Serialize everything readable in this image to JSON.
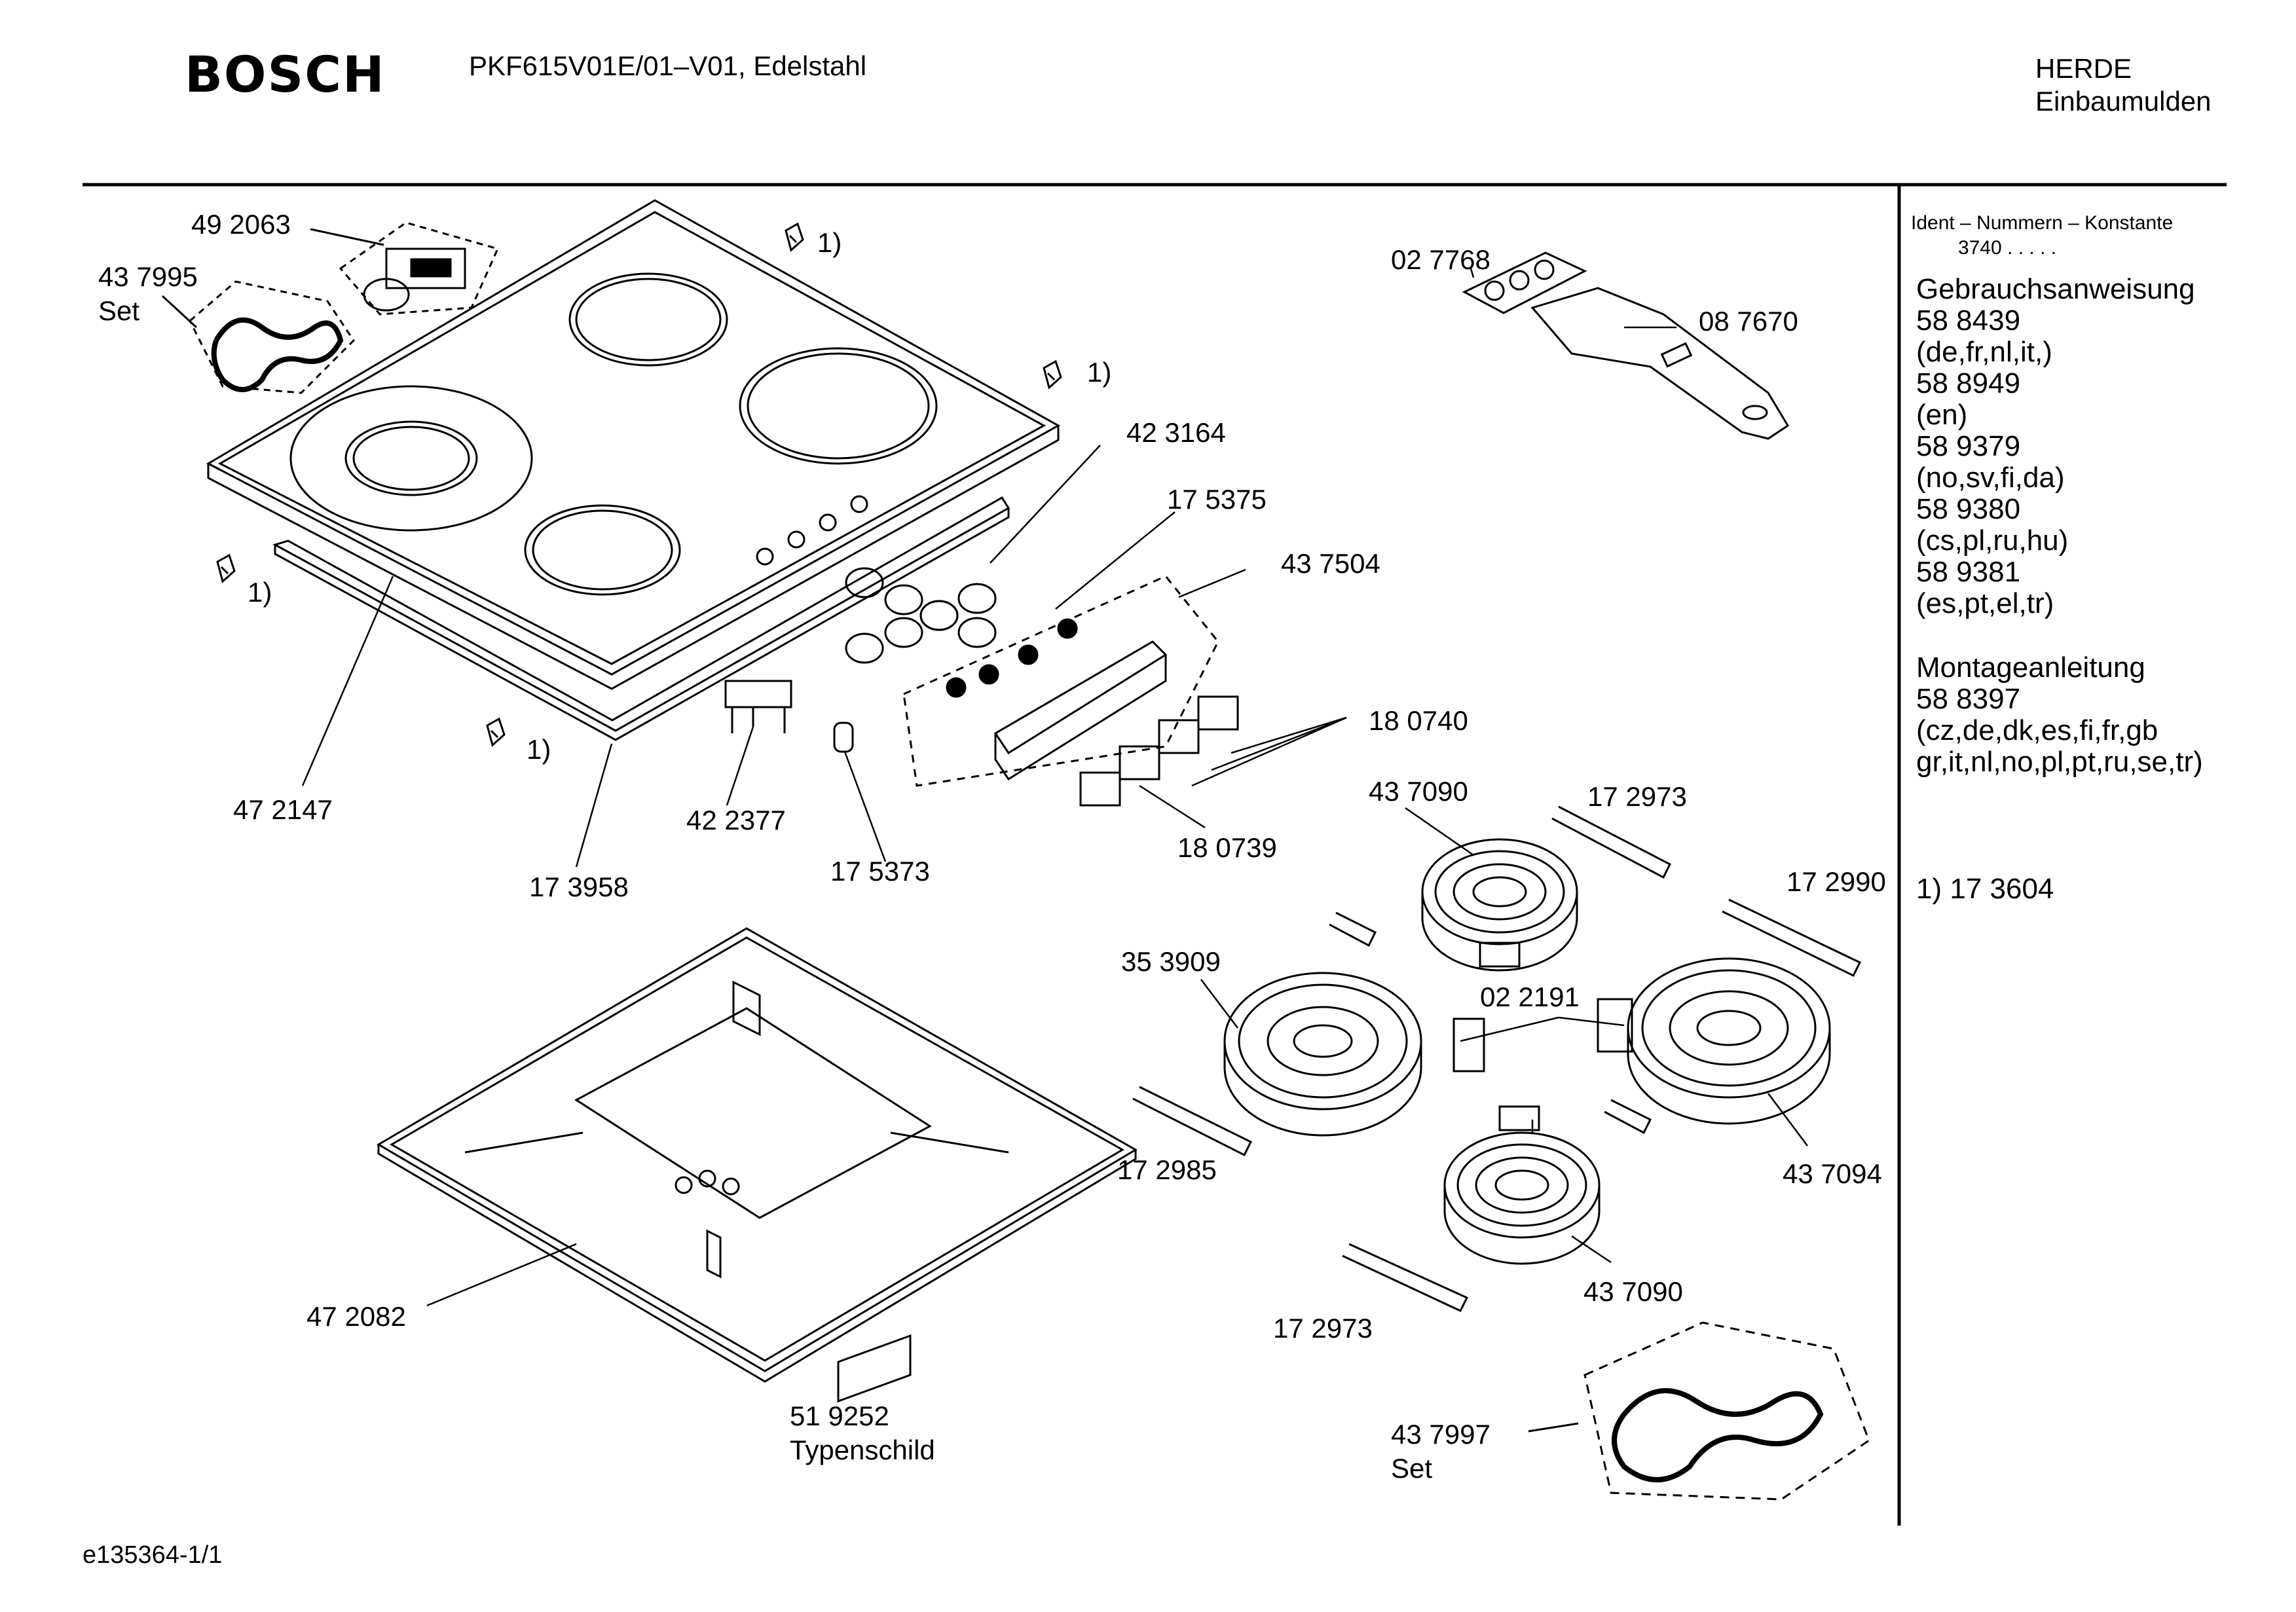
{
  "header": {
    "brand": "BOSCH",
    "model": "PKF615V01E/01–V01, Edelstahl",
    "category_line1": "HERDE",
    "category_line2": "Einbaumulden"
  },
  "side_panel": {
    "ident_title": "Ident – Nummern – Konstante",
    "ident_const": "3740 .  .  .  .  .",
    "manual_title": "Gebrauchsanweisung",
    "manual_entries": [
      {
        "number": "58 8439",
        "langs": "(de,fr,nl,it,)"
      },
      {
        "number": "58 8949",
        "langs": "(en)"
      },
      {
        "number": "58 9379",
        "langs": "(no,sv,fi,da)"
      },
      {
        "number": "58 9380",
        "langs": "(cs,pl,ru,hu)"
      },
      {
        "number": "58 9381",
        "langs": "(es,pt,el,tr)"
      }
    ],
    "install_title": "Montageanleitung",
    "install_number": "58 8397",
    "install_langs_1": "(cz,de,dk,es,fi,fr,gb",
    "install_langs_2": "gr,it,nl,no,pl,pt,ru,se,tr)",
    "footnote": "1)  17 3604"
  },
  "parts": {
    "p492063": "49 2063",
    "p437995": "43 7995",
    "set1": "Set",
    "fn_a": "1)",
    "fn_b": "1)",
    "fn_c": "1)",
    "fn_d": "1)",
    "p027768": "02 7768",
    "p087670": "08 7670",
    "p423164": "42 3164",
    "p175375": "17 5375",
    "p437504": "43 7504",
    "p180740": "18 0740",
    "p180739": "18 0739",
    "p472147": "47 2147",
    "p422377": "42 2377",
    "p175373": "17 5373",
    "p173958": "17 3958",
    "p437090a": "43 7090",
    "p172973a": "17 2973",
    "p172990": "17 2990",
    "p353909": "35 3909",
    "p022191": "02 2191",
    "p172985": "17 2985",
    "p437094": "43 7094",
    "p437090b": "43 7090",
    "p172973b": "17 2973",
    "p472082": "47 2082",
    "p519252": "51 9252",
    "typenschild": "Typenschild",
    "p437997": "43 7997",
    "set2": "Set"
  },
  "footer": {
    "doc_id": "e135364-1/1"
  }
}
